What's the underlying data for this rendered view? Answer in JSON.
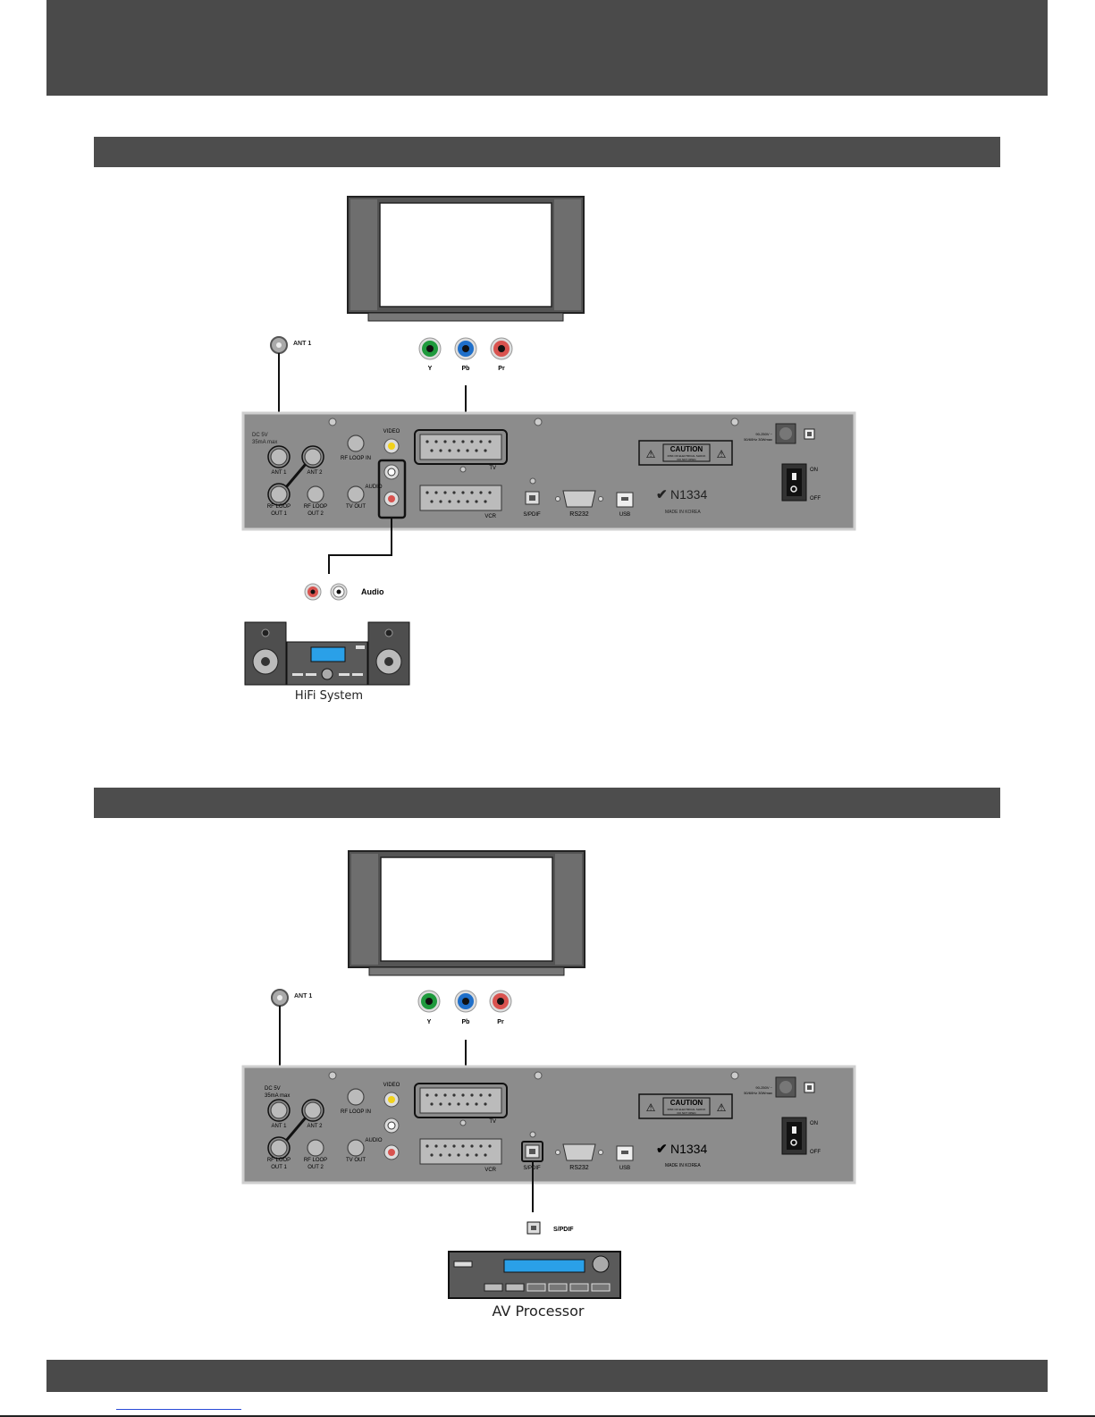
{
  "diagram1": {
    "ant_label": "ANT 1",
    "component": {
      "y": "Y",
      "pb": "Pb",
      "pr": "Pr"
    },
    "audio_label": "Audio",
    "device_caption": "HiFi System"
  },
  "diagram2": {
    "ant_label": "ANT 1",
    "component": {
      "y": "Y",
      "pb": "Pb",
      "pr": "Pr"
    },
    "spdif_label": "S/PDIF",
    "device_caption": "AV Processor"
  },
  "receiver": {
    "dc_label": "DC 5V",
    "dc_sub": "35mA max",
    "ant1": "ANT 1",
    "ant2": "ANT 2",
    "rf_loop_in": "RF LOOP IN",
    "rf_loop_out1_a": "RF LOOP",
    "rf_loop_out1_b": "OUT 1",
    "rf_loop_out2_a": "RF LOOP",
    "rf_loop_out2_b": "OUT 2",
    "tv_out": "TV OUT",
    "video": "VIDEO",
    "audio": "AUDIO",
    "tv": "TV",
    "vcr": "VCR",
    "spdif": "S/PDIF",
    "rs232": "RS232",
    "usb": "USB",
    "model": "N1334",
    "made_in": "MADE IN KOREA",
    "caution": "CAUTION",
    "caution_line1": "RISK OF ELECTRICAL SHOCK",
    "caution_line2": "DO NOT OPEN",
    "power_rating1": "90-250V ~",
    "power_rating2": "50/60Hz 30Wmax",
    "on": "ON",
    "off": "OFF"
  },
  "colors": {
    "banner": "#4a4a4a",
    "panel": "#8c8c8c",
    "jack_green": "#1f9a3d",
    "jack_blue": "#1f6fc9",
    "jack_red": "#d9534f",
    "jack_yellow": "#f2d21b",
    "lcd_blue": "#2aa0e8"
  }
}
